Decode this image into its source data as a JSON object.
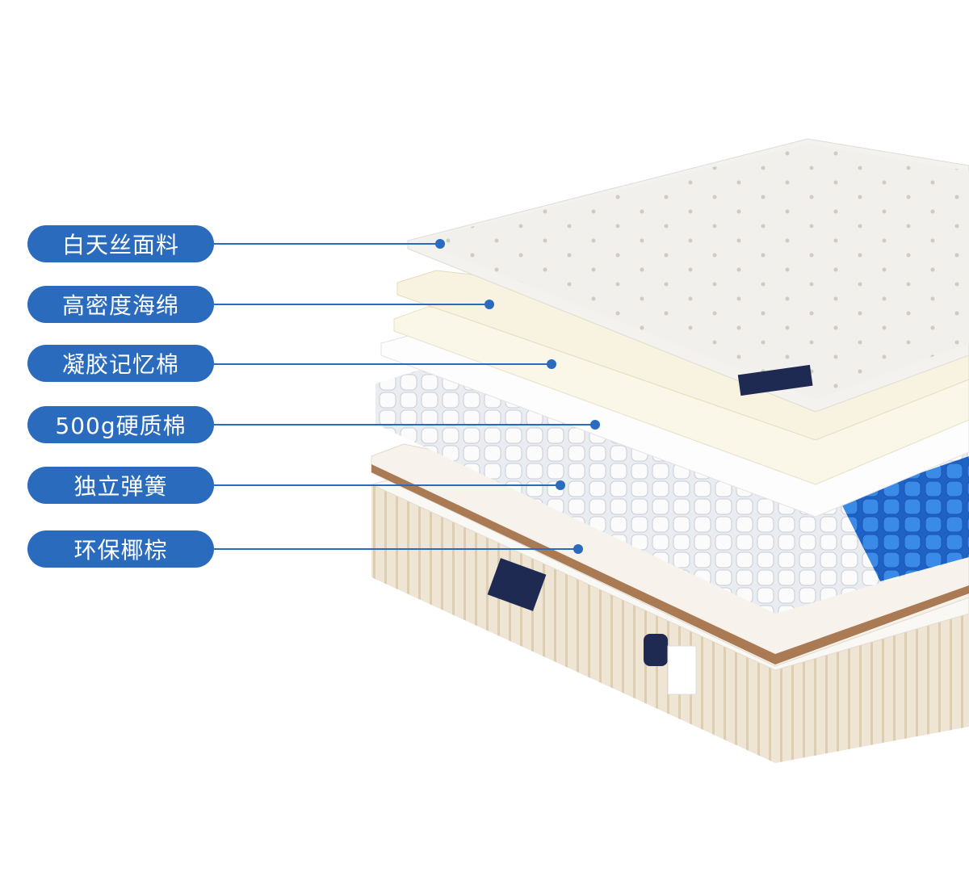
{
  "layers": [
    {
      "label": "白天丝面料"
    },
    {
      "label": "高密度海绵"
    },
    {
      "label": "凝胶记忆棉"
    },
    {
      "label": "500g硬质棉"
    },
    {
      "label": "独立弹簧"
    },
    {
      "label": "环保椰棕"
    }
  ],
  "colors": {
    "accent": "#2a6bbd",
    "spring_blue": "#2f7fe0"
  }
}
